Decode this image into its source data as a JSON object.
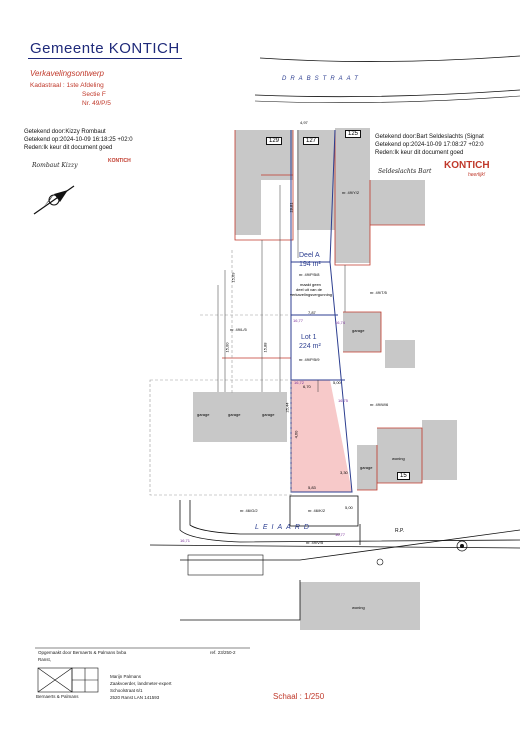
{
  "header": {
    "municipality": "Gemeente KONTICH",
    "subtitle": "Verkavelingsontwerp",
    "cadastre_lines": [
      "Kadastraal : 1ste Afdeling",
      "Sectie F",
      "Nr. 49/P/5"
    ]
  },
  "signatures": {
    "left": {
      "signed_by": "Getekend door:Kizzy Rombaut",
      "signed_on": "Getekend op:2024-10-09 16:18:25 +02:0",
      "reason": "Reden:Ik keur dit document goed",
      "script_name": "Rombaut Kizzy",
      "brand": "KONTICH"
    },
    "right": {
      "signed_by": "Getekend door:Bart Seldeslachts (Signat",
      "signed_on": "Getekend op:2024-10-09 17:08:27 +02:0",
      "reason": "Reden:Ik keur dit document goed",
      "script_name": "Seldeslachts Bart",
      "brand": "KONTICH",
      "brand_tag": "heerlijk!"
    }
  },
  "streets": {
    "north": "DRABSTRAAT",
    "south": "LEIAARD"
  },
  "plan": {
    "house_numbers": [
      "129",
      "127",
      "125",
      "15"
    ],
    "parcels": [
      "nr. 49/Y/2",
      "nr. 49/T/5",
      "nr. 49/L/5",
      "nr. 49/W/6",
      "nr. 49/P/5/8",
      "nr. 49/P/5/9",
      "nr. 46/G/2",
      "nr. 46/K/2",
      "nr. 49/V/5"
    ],
    "deel_a": {
      "label": "Deel A",
      "area": "194 m²",
      "parcel": "nr. 49/P/5/8"
    },
    "deel_a_note": [
      "maakt geen",
      "deel uit van de",
      "verkavelingsvergunning"
    ],
    "lot_1": {
      "label": "Lot 1",
      "area": "224 m²",
      "parcel": "nr. 49/P/5/9"
    },
    "garage_label": "garage",
    "woning_label": "woning",
    "dims": [
      "4,97",
      "15,69",
      "28,81",
      "7,87",
      "15,00",
      "15,88",
      "6,70",
      "5,00",
      "25,44",
      "3,30",
      "5,83",
      "5,00",
      "4,60"
    ],
    "levels": [
      "16,72",
      "16,77",
      "16,74",
      "16,75",
      "16,71",
      "16,77"
    ],
    "ref_label": "R.P."
  },
  "footer": {
    "made_by": "Opgemaakt door    Bernaerts & Palmans   bvba",
    "place": "Ranst,",
    "ref": "ref. 23/250-2",
    "logo_name": "Bernaerts & Palmans",
    "surveyor_lines": [
      "Marijn Palmans",
      "Zaakvoerder, landmeter-expert",
      "Schoolstraat 6/1",
      "2520  Ranst      LAN 141593"
    ],
    "scale": "Schaal : 1/250"
  },
  "colors": {
    "blue": "#2c3e90",
    "red": "#c0392b",
    "lot_fill": "#f7c9c9",
    "building": "#c8c8c8"
  }
}
